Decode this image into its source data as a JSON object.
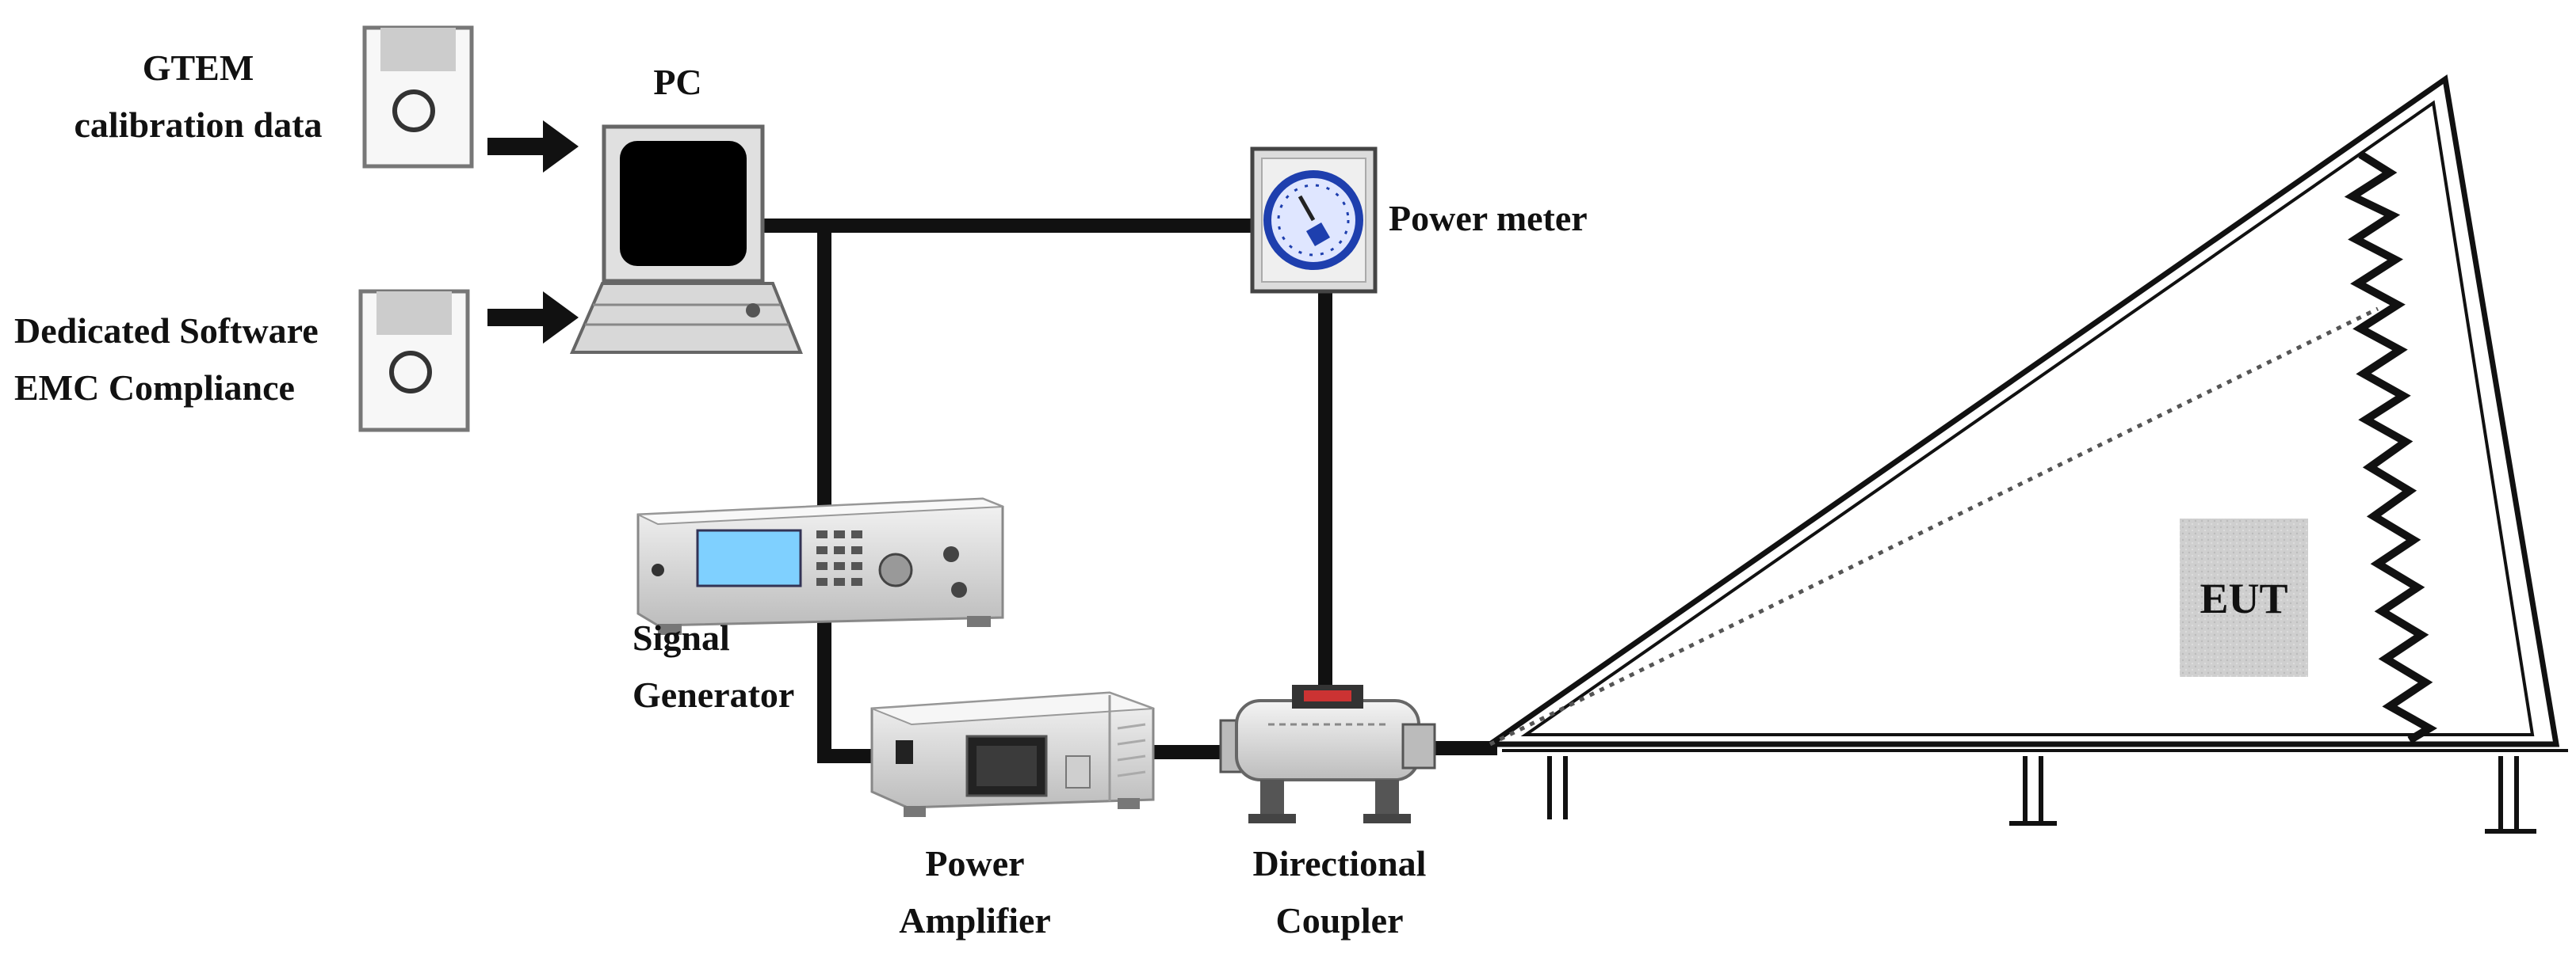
{
  "labels": {
    "gtem": [
      "GTEM",
      "calibration data"
    ],
    "software": [
      "Dedicated Software",
      "EMC Compliance"
    ],
    "pc": "PC",
    "power_meter": "Power meter",
    "signal_generator": [
      "Signal",
      "Generator"
    ],
    "power_amplifier": [
      "Power",
      "Amplifier"
    ],
    "directional_coupler": [
      "Directional",
      "Coupler"
    ],
    "eut": "EUT"
  },
  "colors": {
    "line": "#111111",
    "meter_face": "#1e3fae",
    "eut_box": "#c8c8c8",
    "device_body": "#e8e8e8",
    "screen": "#000000"
  },
  "icons": [
    "disk-icon",
    "disk-icon",
    "computer-icon",
    "gauge-icon",
    "signal-generator-device",
    "power-amplifier-device",
    "directional-coupler-device",
    "gtem-cell"
  ]
}
